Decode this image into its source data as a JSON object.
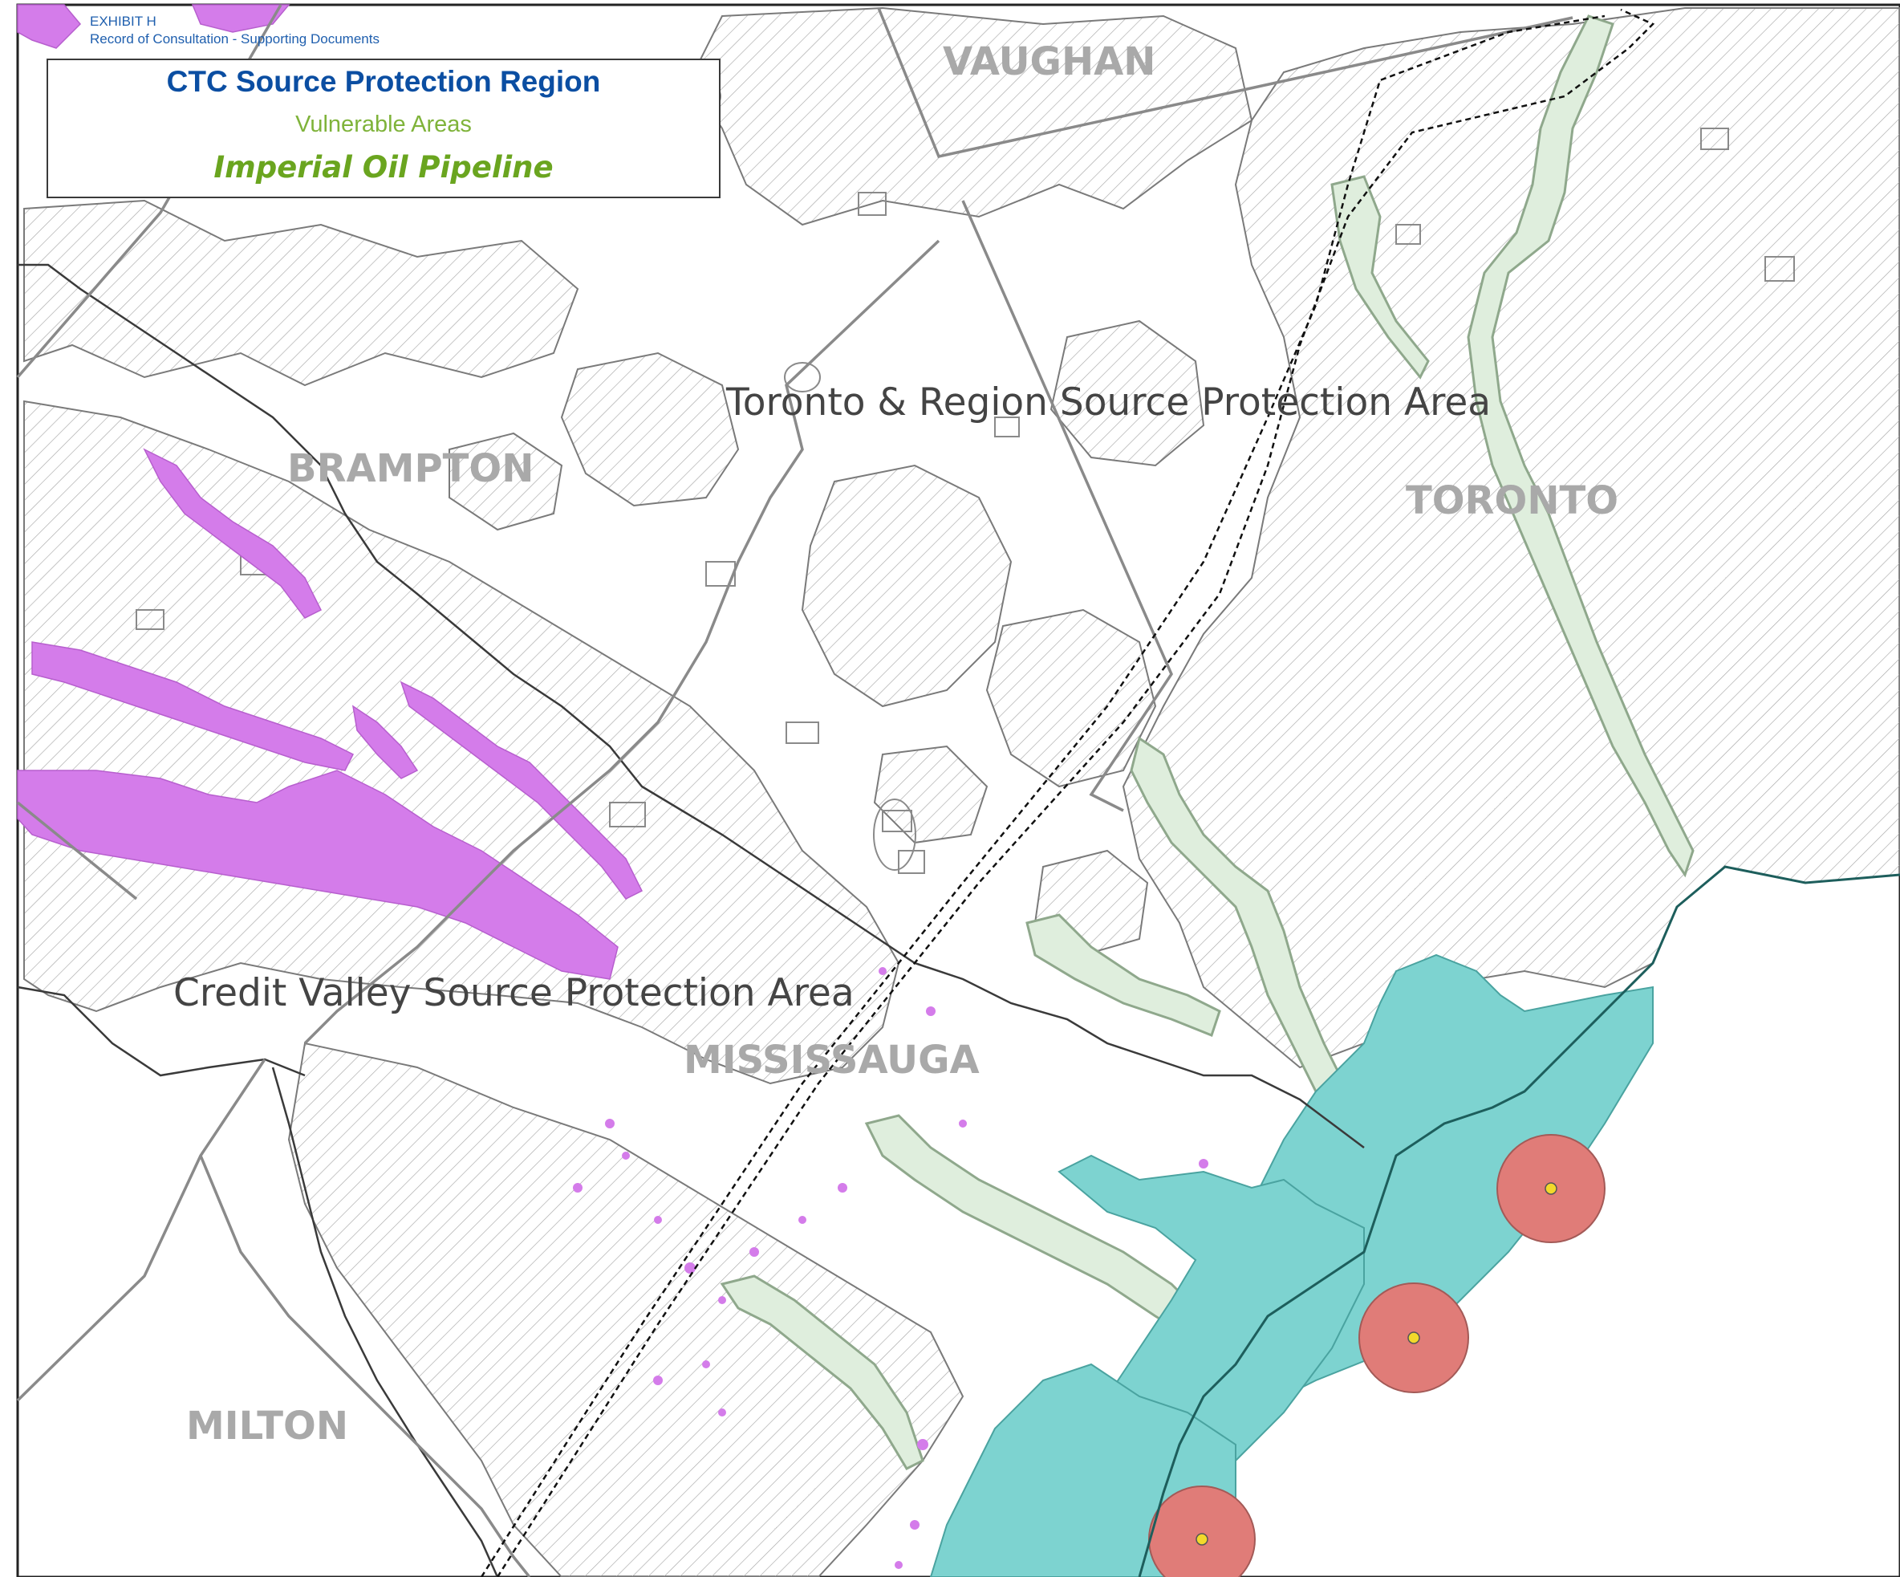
{
  "exhibit": {
    "line1": "EXHIBIT H",
    "line2": "Record of Consultation - Supporting Documents"
  },
  "legend": {
    "title": "CTC Source Protection Region",
    "subtitle": "Vulnerable Areas",
    "pipeline": "Imperial Oil Pipeline"
  },
  "labels": {
    "vaughan": "VAUGHAN",
    "brampton": "BRAMPTON",
    "toronto": "TORONTO",
    "mississauga": "MISSISSAUGA",
    "milton": "MILTON",
    "trsp_area": "Toronto & Region Source Protection Area",
    "cvsp_area": "Credit Valley Source Protection Area"
  },
  "colors": {
    "lake_zone": "#7dd3d0",
    "intake_circle": "#e07c78",
    "intake_point": "#f2d92b",
    "river_green": "#dfeedd",
    "vulnerable_purple": "#d47cea",
    "hatch": "#9a9a9a",
    "boundary": "#8a8a8a",
    "pipeline": "#111111"
  }
}
